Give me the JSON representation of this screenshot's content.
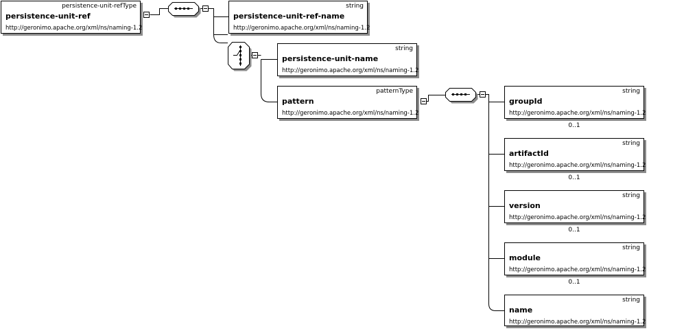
{
  "root": {
    "type": "persistence-unit-refType",
    "name": "persistence-unit-ref",
    "namespace": "http://geronimo.apache.org/xml/ns/naming-1.2"
  },
  "children": [
    {
      "type": "string",
      "name": "persistence-unit-ref-name",
      "namespace": "http://geronimo.apache.org/xml/ns/naming-1.2"
    },
    {
      "type": "string",
      "name": "persistence-unit-name",
      "namespace": "http://geronimo.apache.org/xml/ns/naming-1.2"
    },
    {
      "type": "patternType",
      "name": "pattern",
      "namespace": "http://geronimo.apache.org/xml/ns/naming-1.2"
    }
  ],
  "pattern_children": [
    {
      "type": "string",
      "name": "groupId",
      "namespace": "http://geronimo.apache.org/xml/ns/naming-1.2",
      "occurrence": "0..1"
    },
    {
      "type": "string",
      "name": "artifactId",
      "namespace": "http://geronimo.apache.org/xml/ns/naming-1.2",
      "occurrence": "0..1"
    },
    {
      "type": "string",
      "name": "version",
      "namespace": "http://geronimo.apache.org/xml/ns/naming-1.2",
      "occurrence": "0..1"
    },
    {
      "type": "string",
      "name": "module",
      "namespace": "http://geronimo.apache.org/xml/ns/naming-1.2",
      "occurrence": "0..1"
    },
    {
      "type": "string",
      "name": "name",
      "namespace": "http://geronimo.apache.org/xml/ns/naming-1.2"
    }
  ],
  "icons": {
    "sequence": "sequence-compositor-icon",
    "choice": "choice-compositor-icon",
    "toggle": "collapse-toggle-icon"
  },
  "colors": {
    "border": "#000000",
    "shadow": "#8c8c8c",
    "background": "#ffffff"
  }
}
